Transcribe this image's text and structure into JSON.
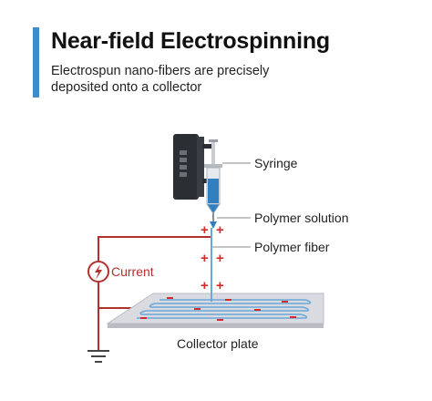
{
  "header": {
    "title": "Near-field Electrospinning",
    "subtitle": "Electrospun nano-fibers are precisely deposited onto a collector"
  },
  "labels": {
    "syringe": "Syringe",
    "polymer_solution": "Polymer solution",
    "polymer_fiber": "Polymer fiber",
    "current": "Current",
    "collector_plate": "Collector plate"
  },
  "charge_symbols": {
    "positive": "+",
    "negative": "−"
  },
  "colors": {
    "accent": "#3f8ccb",
    "circuit_wire": "#b3302b",
    "fiber": "#6aa8d8",
    "solution": "#2f7fc1",
    "pump_body": "#2b2e33",
    "plate": "#d9dbe0"
  },
  "icons": {
    "current_source": "lightning-bolt-icon",
    "ground": "ground-icon"
  }
}
